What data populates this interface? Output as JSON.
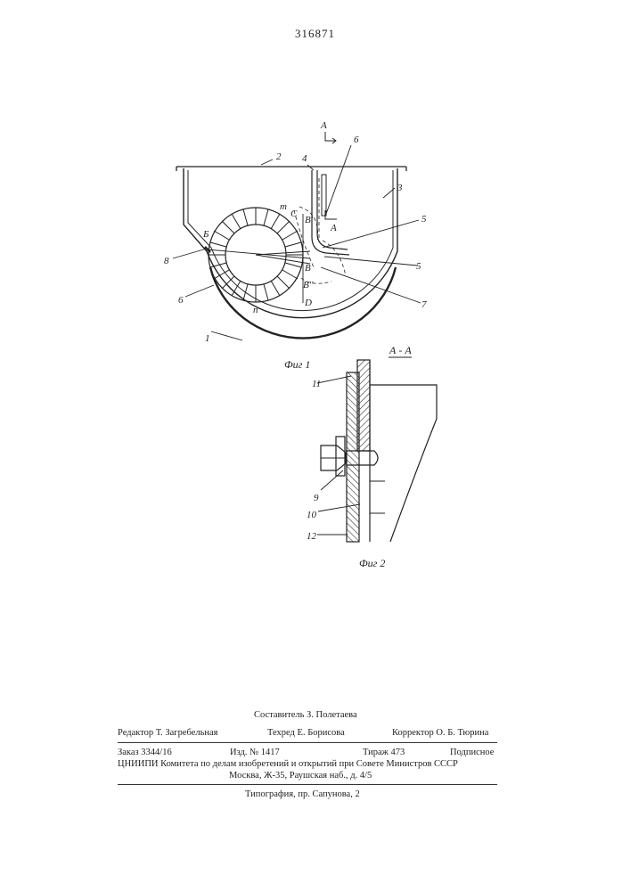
{
  "document": {
    "patent_number": "316871"
  },
  "figure1": {
    "caption": "Фиг 1",
    "section_mark": "А",
    "labels": {
      "n1": "1",
      "n2": "2",
      "n3": "3",
      "n4": "4",
      "n5": "5",
      "n5b": "5",
      "n6": "6",
      "n6b": "6",
      "n7": "7",
      "n8": "8",
      "m": "m",
      "n": "n",
      "A": "А",
      "B_big": "Б",
      "C": "C",
      "D": "D",
      "B1": "B'",
      "B": "B",
      "B2": "B''"
    }
  },
  "figure2": {
    "caption": "Фиг 2",
    "section_title": "А - А",
    "labels": {
      "n9": "9",
      "n10": "10",
      "n11": "11",
      "n12": "12"
    }
  },
  "imprint": {
    "compiler": "Составитель  З.  Полетаева",
    "editor": "Редактор  Т.  Загребельная",
    "techred": "Техред  Е.  Борисова",
    "corrector": "Корректор  О.  Б.  Тюрина",
    "order": "Заказ  3344/16",
    "edition": "Изд.  №  1417",
    "circulation": "Тираж  473",
    "subscription": "Подписное",
    "institute": "ЦНИИПИ Комитета по делам изобретений и открытий при Совете Министров СССР",
    "address": "Москва, Ж-35, Раушская наб., д. 4/5",
    "printing_house": "Типография, пр. Сапунова, 2"
  }
}
